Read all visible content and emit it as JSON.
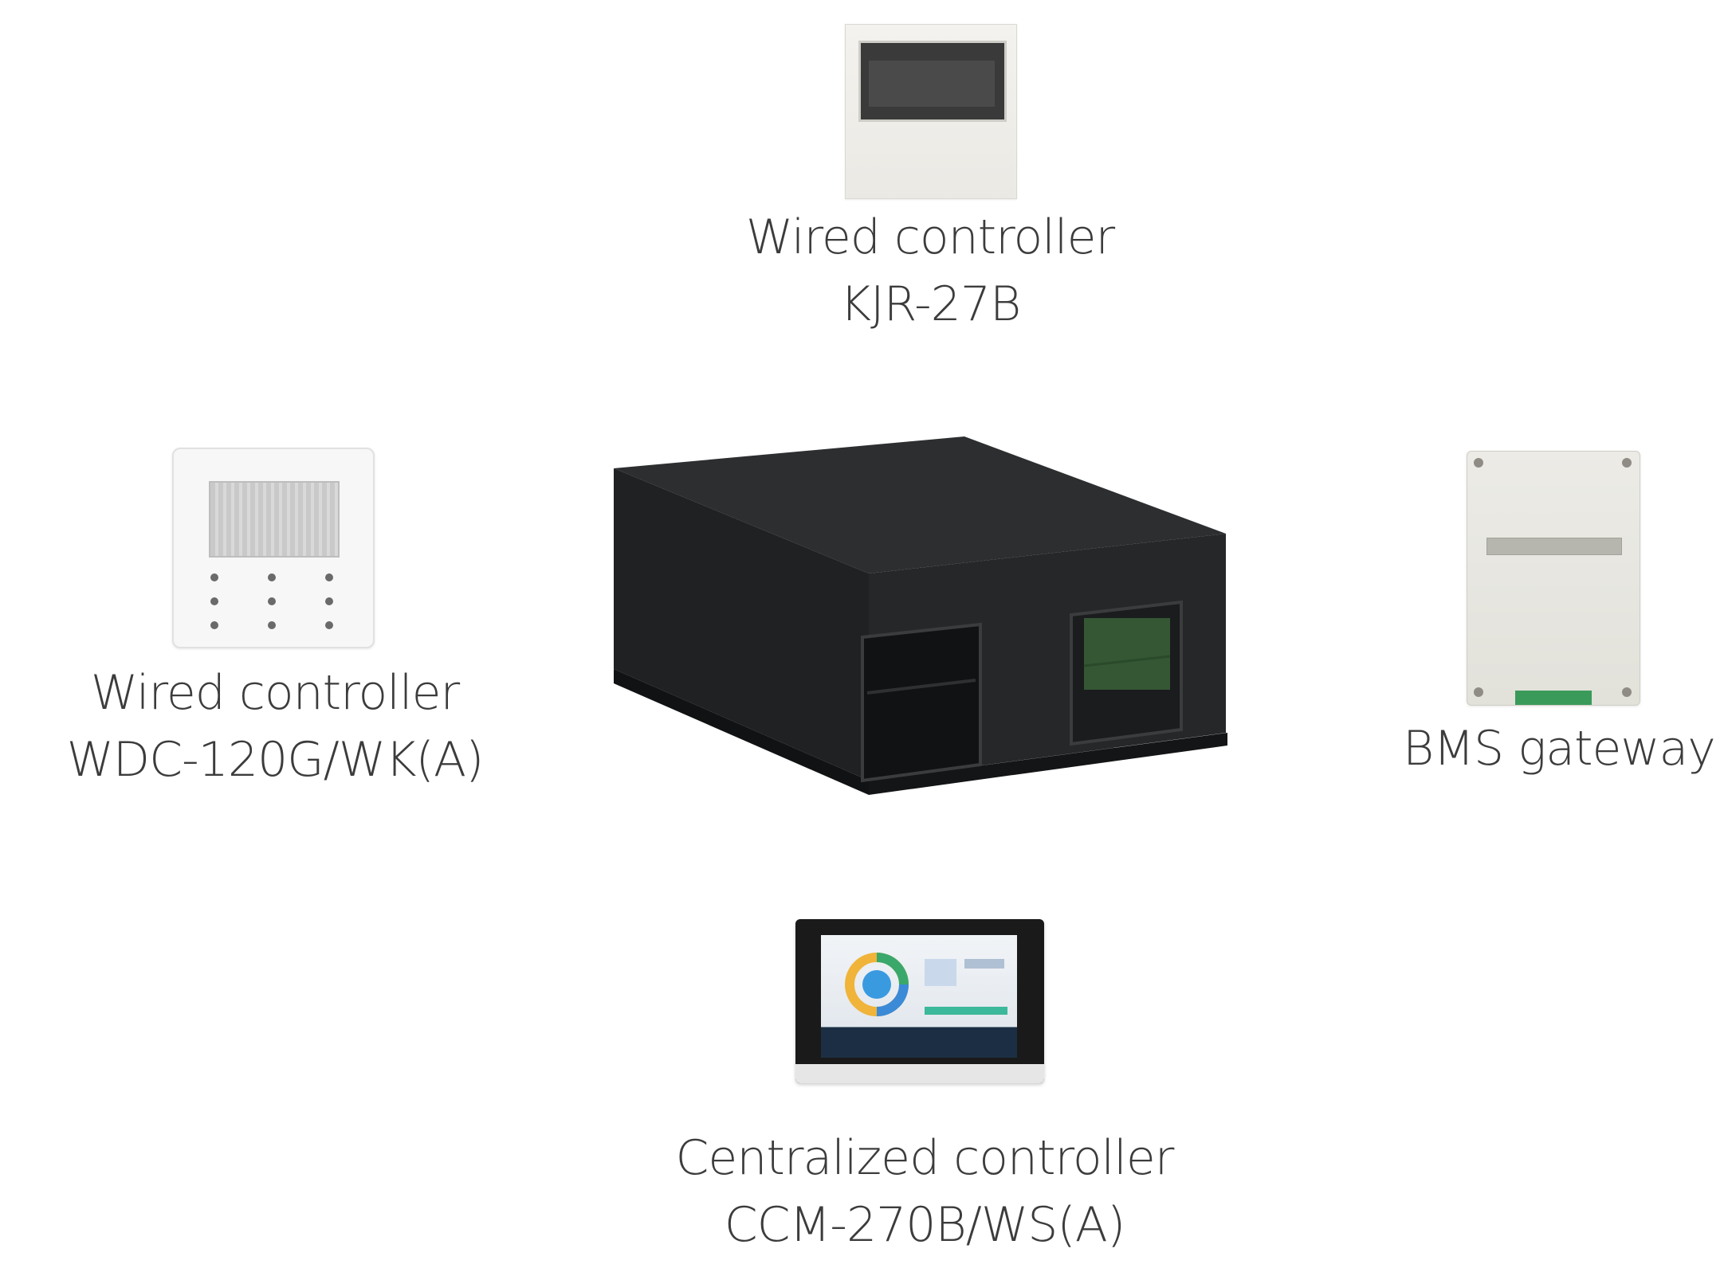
{
  "devices": {
    "top": {
      "caption_line1": "Wired controller",
      "caption_line2": "KJR-27B"
    },
    "left": {
      "caption_line1": "Wired controller",
      "caption_line2": "WDC-120G/WK(A)"
    },
    "right": {
      "caption_line1": "BMS gateway"
    },
    "bottom": {
      "caption_line1": "Centralized controller",
      "caption_line2": "CCM-270B/WS(A)"
    }
  },
  "colors": {
    "caption_text": "#3c3c3c",
    "unit_body": "#232526",
    "unit_top": "#2c2e30",
    "terminal_green": "#3a9a5a",
    "background": "#ffffff"
  },
  "icons": {
    "center": "ventilation-unit-icon",
    "top": "wired-controller-icon",
    "left": "wired-controller-icon",
    "right": "bms-gateway-icon",
    "bottom": "touchscreen-controller-icon"
  }
}
